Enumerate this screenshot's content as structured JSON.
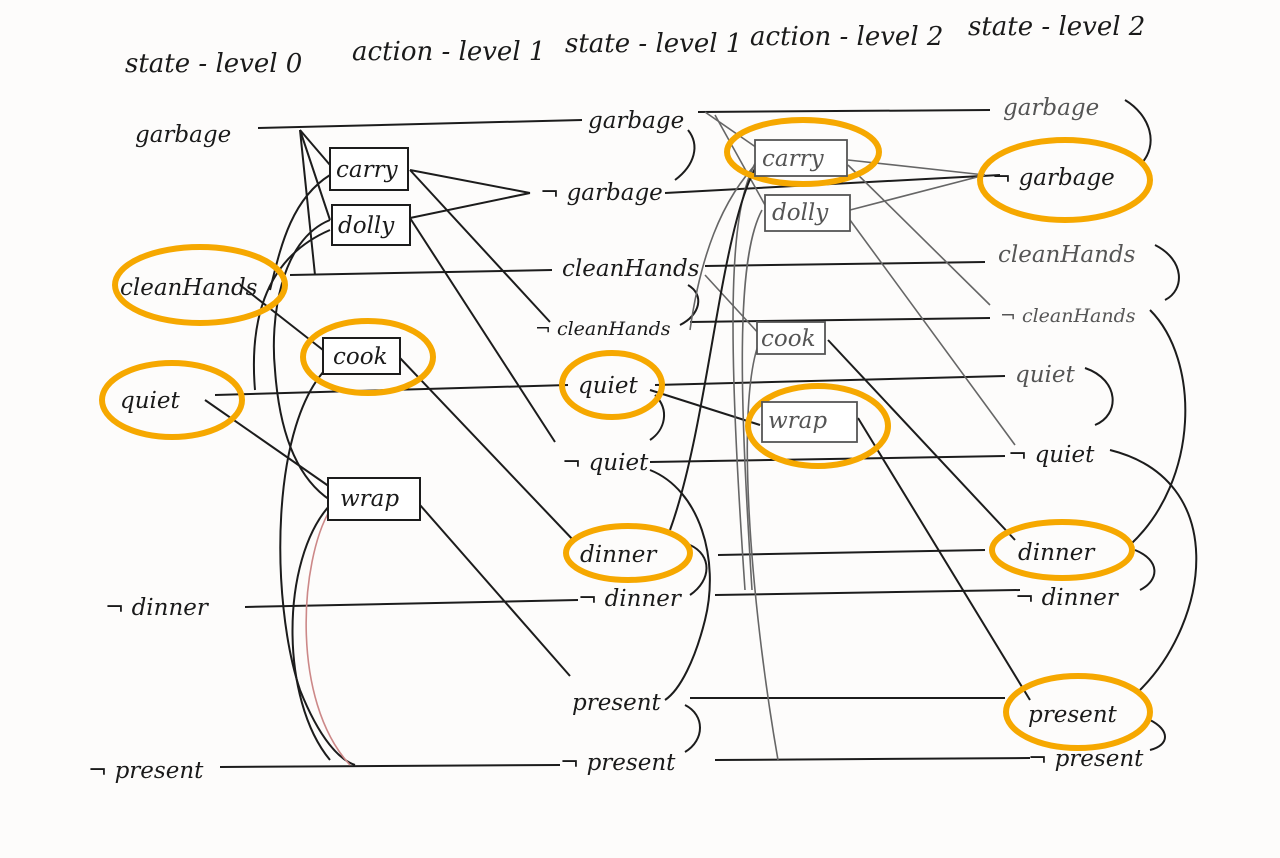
{
  "headers": [
    "state - level 0",
    "action - level 1",
    "state - level 1",
    "action - level 2",
    "state - level 2"
  ],
  "level0": {
    "garbage": "garbage",
    "cleanHands": "cleanHands",
    "quiet": "quiet",
    "not_dinner": "¬ dinner",
    "not_present": "¬ present"
  },
  "actions1": {
    "carry": "carry",
    "dolly": "dolly",
    "cook": "cook",
    "wrap": "wrap"
  },
  "level1": {
    "garbage": "garbage",
    "not_garbage": "¬ garbage",
    "cleanHands": "cleanHands",
    "not_cleanHands": "¬ cleanHands",
    "quiet": "quiet",
    "not_quiet": "¬ quiet",
    "dinner": "dinner",
    "not_dinner": "¬ dinner",
    "present": "present",
    "not_present": "¬ present"
  },
  "actions2": {
    "carry": "carry",
    "dolly": "dolly",
    "cook": "cook",
    "wrap": "wrap"
  },
  "level2": {
    "garbage": "garbage",
    "not_garbage": "¬ garbage",
    "cleanHands": "cleanHands",
    "not_cleanHands": "¬ cleanHands",
    "quiet": "quiet",
    "not_quiet": "¬ quiet",
    "dinner": "dinner",
    "not_dinner": "¬ dinner",
    "present": "present",
    "not_present": "¬ present"
  },
  "colors": {
    "highlight": "#f6a800",
    "ink": "#1c1c1c",
    "pencil": "#666666",
    "paper": "#fdfcfb"
  }
}
